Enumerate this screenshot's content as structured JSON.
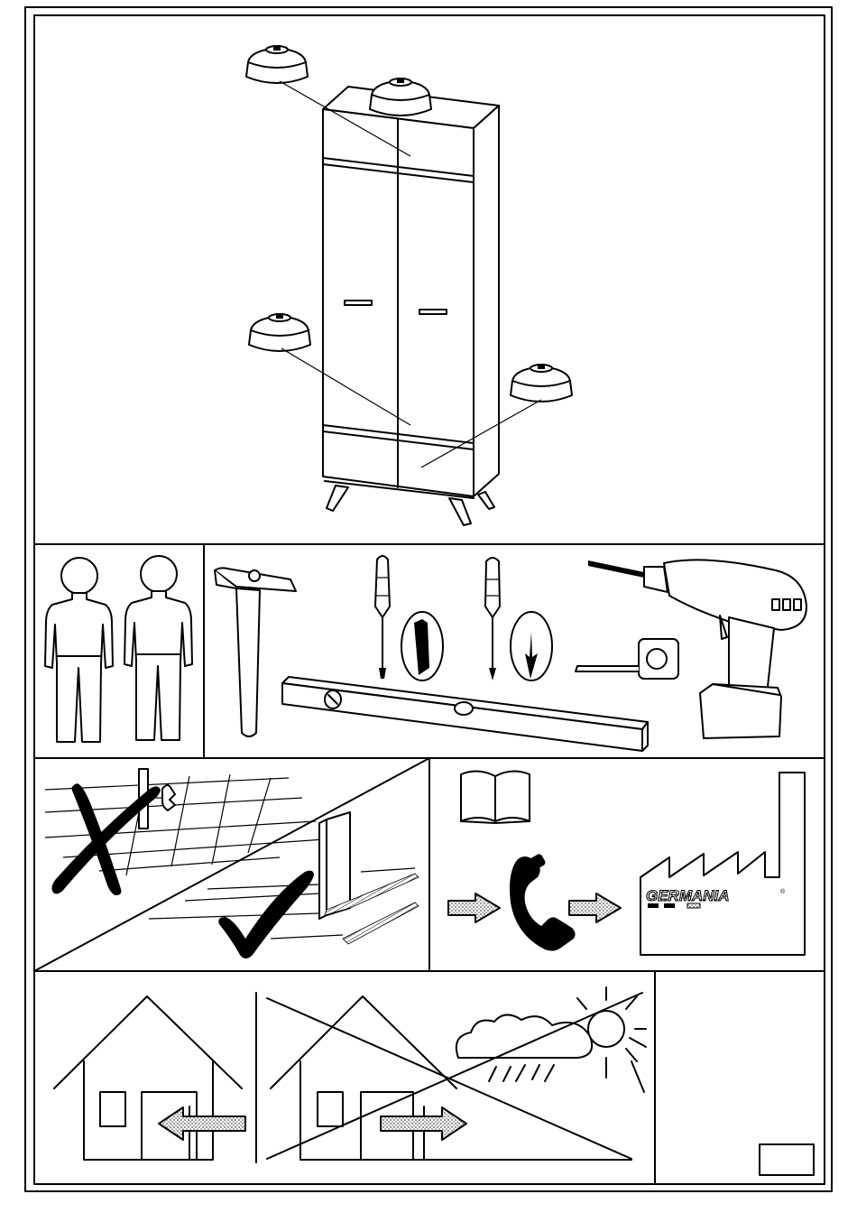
{
  "page": {
    "sections": [
      "furniture-felt-pads",
      "people-and-tools",
      "floor-and-support",
      "indoor-use"
    ]
  },
  "support": {
    "brand_name": "GERMANIA",
    "brand_mark": "®"
  },
  "icons": {
    "felt-pads": "felt-pad-icon",
    "people": "person-icon",
    "hammer": "hammer-icon",
    "flat-screwdriver": "flat-screwdriver-icon",
    "phillips-screwdriver": "phillips-screwdriver-icon",
    "drill": "cordless-drill-icon",
    "tape": "tape-measure-icon",
    "level": "spirit-level-icon",
    "manual": "open-book-icon",
    "phone": "phone-icon",
    "factory": "factory-icon",
    "indoor": "house-icon",
    "outdoor": "weather-icon"
  },
  "colors": {
    "ink": "#000000",
    "paper": "#ffffff"
  }
}
